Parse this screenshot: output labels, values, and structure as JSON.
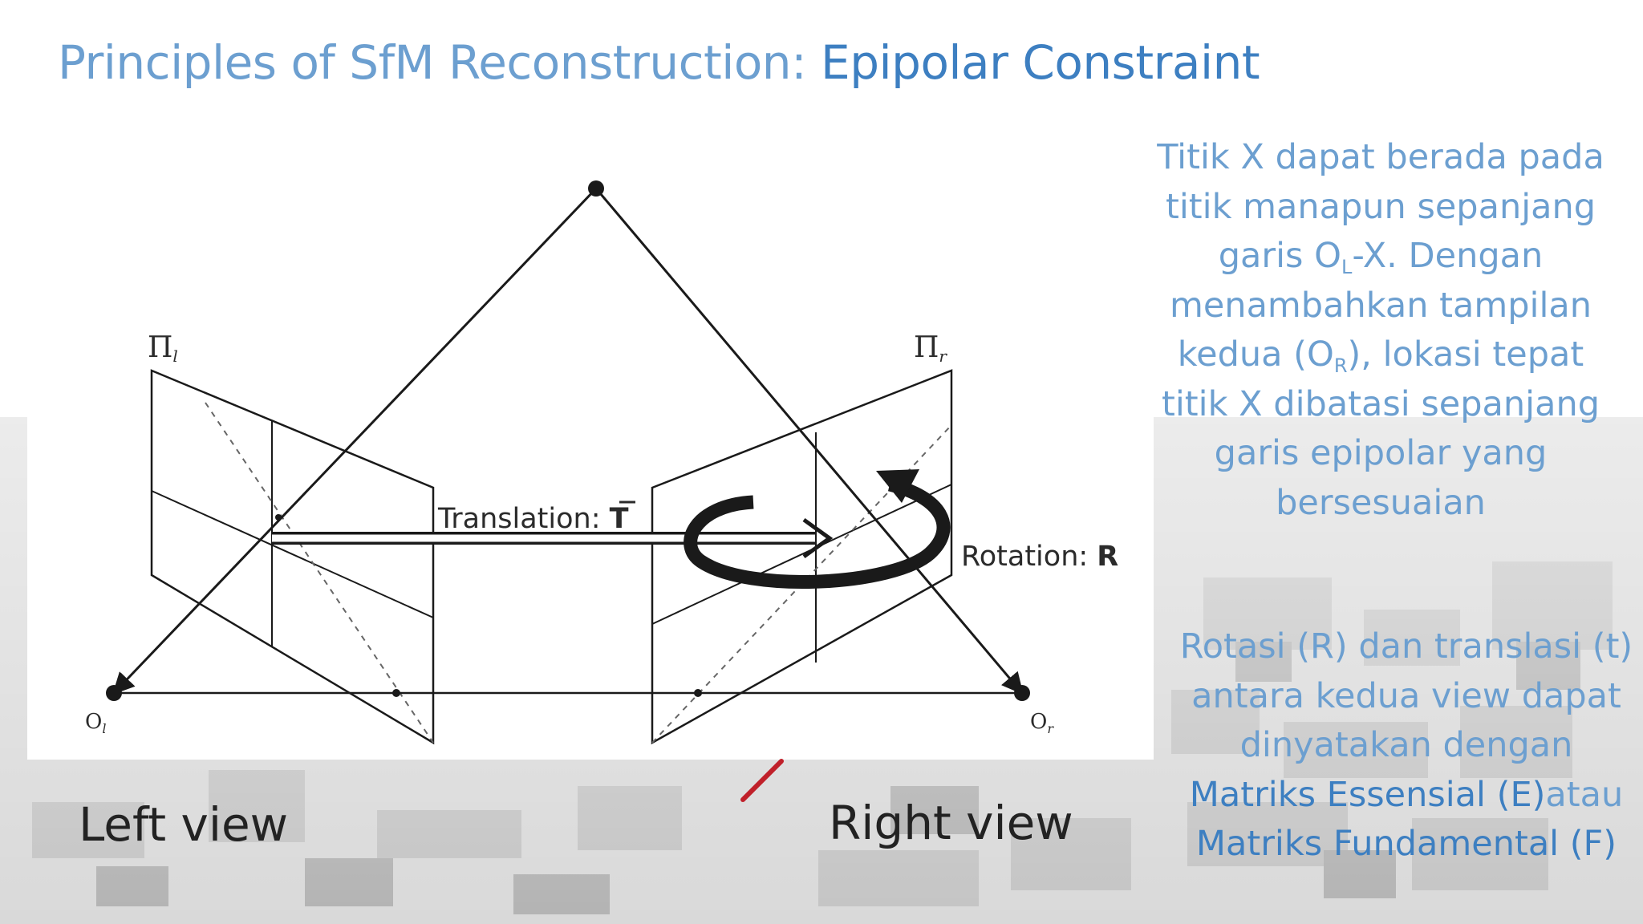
{
  "slide": {
    "title_prefix": "Principles of SfM Reconstruction: ",
    "title_emphasis": "Epipolar Constraint"
  },
  "diagram": {
    "plane_left_label": "Π",
    "plane_left_sub": "l",
    "plane_right_label": "Π",
    "plane_right_sub": "r",
    "translation_label": "Translation: ",
    "translation_symbol": "T",
    "rotation_label": "Rotation: ",
    "rotation_symbol": "R",
    "origin_left_label": "O",
    "origin_left_sub": "l",
    "origin_right_label": "O",
    "origin_right_sub": "r",
    "left_view_label": "Left view",
    "right_view_label": "Right view"
  },
  "text_block_1": {
    "line1": "Titik X dapat berada pada",
    "line2": "titik manapun sepanjang",
    "line3_a": "garis O",
    "line3_sub": "L",
    "line3_b": "-X. Dengan",
    "line4": "menambahkan tampilan",
    "line5_a": "kedua (O",
    "line5_sub": "R",
    "line5_b": "), lokasi tepat",
    "line6": "titik X dibatasi sepanjang",
    "line7": "garis epipolar yang",
    "line8": "bersesuaian"
  },
  "text_block_2": {
    "line1": "Rotasi (R) dan translasi (t)",
    "line2": "antara kedua view dapat",
    "line3": "dinyatakan dengan",
    "line4_emph": "Matriks Essensial (E)",
    "line4_rest": "atau",
    "line5_emph": "Matriks Fundamental (F)"
  },
  "colors": {
    "title_light": "#6c9fd0",
    "title_strong": "#3d7fc1",
    "diagram_ink": "#1a1a1a",
    "accent_red": "#c0202a"
  }
}
